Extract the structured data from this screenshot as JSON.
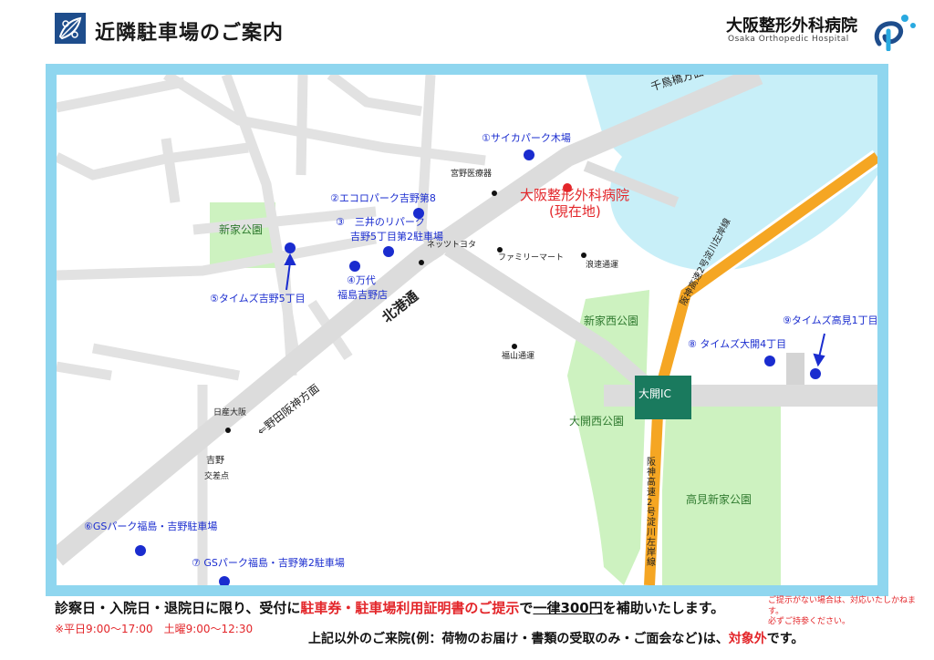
{
  "header": {
    "title": "近隣駐車場のご案内",
    "hospital_name": "大阪整形外科病院",
    "hospital_name_en": "Osaka Orthopedic Hospital"
  },
  "colors": {
    "frame": "#8fd6ef",
    "water": "#c8eff8",
    "park": "#cdf2c0",
    "road": "#dddddd",
    "expressway": "#f5a623",
    "parking_marker": "#1a2ccf",
    "hospital_marker": "#e3262a",
    "ic_box": "#1a7a5e"
  },
  "map": {
    "directions": {
      "chishimabashi": "千鳥橋方面⇒",
      "noda_hanshin": "⇐野田阪神方面"
    },
    "road_labels": {
      "kitaminato": "北港通",
      "expressway_1": "阪神高速2号淀川左岸線",
      "expressway_2": "阪神高速2号淀川左岸線"
    },
    "interchange": "大開IC",
    "hospital": {
      "name": "大阪整形外科病院",
      "sub": "(現在地)"
    },
    "parks": {
      "shinke": "新家公園",
      "shinke_nishi": "新家西公園",
      "oohiraki_nishi": "大開西公園",
      "takami_shinke": "高見新家公園"
    },
    "landmarks": {
      "miyano_clinic": "宮野医療器",
      "netz_toyota": "ネッツトヨタ",
      "familymart": "ファミリーマート",
      "naniwa_tsuun": "浪速通運",
      "fukuyama_tsuun": "福山通運",
      "nissan_osaka": "日産大阪",
      "yoshino": "吉野",
      "yoshino_sub": "交差点"
    },
    "parking": [
      {
        "id": "1",
        "label": "①サイカパーク木場"
      },
      {
        "id": "2",
        "label": "②エコロパーク吉野第8"
      },
      {
        "id": "3a",
        "label": "③　三井のリパーク"
      },
      {
        "id": "3b",
        "label": "吉野5丁目第2駐車場"
      },
      {
        "id": "4a",
        "label": "④万代"
      },
      {
        "id": "4b",
        "label": "福島吉野店"
      },
      {
        "id": "5",
        "label": "⑤タイムズ吉野5丁目"
      },
      {
        "id": "6",
        "label": "⑥GSパーク福島・吉野駐車場"
      },
      {
        "id": "7",
        "label": "⑦ GSパーク福島・吉野第2駐車場"
      },
      {
        "id": "8",
        "label": "⑧ タイムズ大開4丁目"
      },
      {
        "id": "9",
        "label": "⑨タイムズ高見1丁目"
      }
    ]
  },
  "footer": {
    "line1_a": "診察日・入院日・退院日に限り、受付に",
    "line1_b": "駐車券・駐車場利用証明書のご提示",
    "line1_c": "で",
    "line1_d": "一律300円",
    "line1_e": "を補助いたします。",
    "hours": "※平日9:00～17:00　土曜9:00～12:30",
    "note_1": "ご提示がない場合は、対応いたしかねます。",
    "note_2": "必ずご持参ください。",
    "line2_a": "上記以外のご来院(例：荷物のお届け・書類の受取のみ・ご面会など)は、",
    "line2_b": "対象外",
    "line2_c": "です。"
  }
}
